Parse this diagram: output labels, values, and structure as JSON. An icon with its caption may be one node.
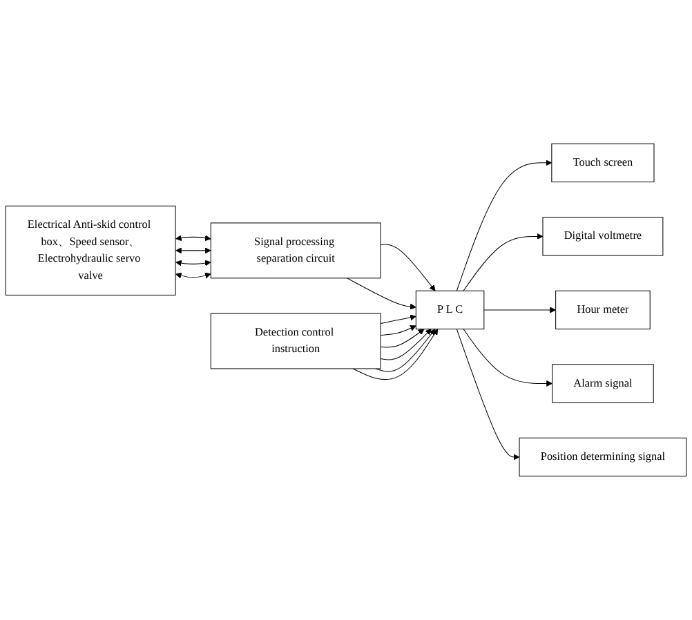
{
  "diagram": {
    "nodes": [
      {
        "text": [
          "Electrical Anti-skid control box、Speed sensor、Electrohydraulic servo valve"
        ]
      },
      {
        "text": [
          "Signal processing separation circuit"
        ]
      },
      {
        "text": [
          "Detection control instruction"
        ]
      },
      {
        "text": [
          "P L C"
        ]
      },
      {
        "text": [
          "Touch screen"
        ]
      },
      {
        "text": [
          "Digital voltmetre"
        ]
      },
      {
        "text": [
          "Hour meter"
        ]
      },
      {
        "text": [
          "Alarm signal"
        ]
      },
      {
        "text": [
          "Position determining signal"
        ]
      }
    ],
    "edges": [
      {
        "from": 0,
        "to": 1,
        "arrow": "both"
      },
      {
        "from": 0,
        "to": 1,
        "arrow": "both"
      },
      {
        "from": 0,
        "to": 1,
        "arrow": "both"
      },
      {
        "from": 0,
        "to": 1,
        "arrow": "both"
      },
      {
        "from": 1,
        "to": 3,
        "arrow": "to"
      },
      {
        "from": 1,
        "to": 3,
        "arrow": "to"
      },
      {
        "from": 2,
        "to": 3,
        "arrow": "to"
      },
      {
        "from": 2,
        "to": 3,
        "arrow": "to"
      },
      {
        "from": 2,
        "to": 3,
        "arrow": "to"
      },
      {
        "from": 2,
        "to": 3,
        "arrow": "to"
      },
      {
        "from": 2,
        "to": 3,
        "arrow": "to"
      },
      {
        "from": 2,
        "to": 3,
        "arrow": "to"
      },
      {
        "from": 3,
        "to": 4,
        "arrow": "to"
      },
      {
        "from": 3,
        "to": 5,
        "arrow": "to"
      },
      {
        "from": 3,
        "to": 6,
        "arrow": "to"
      },
      {
        "from": 3,
        "to": 7,
        "arrow": "to"
      },
      {
        "from": 3,
        "to": 8,
        "arrow": "to"
      }
    ]
  }
}
